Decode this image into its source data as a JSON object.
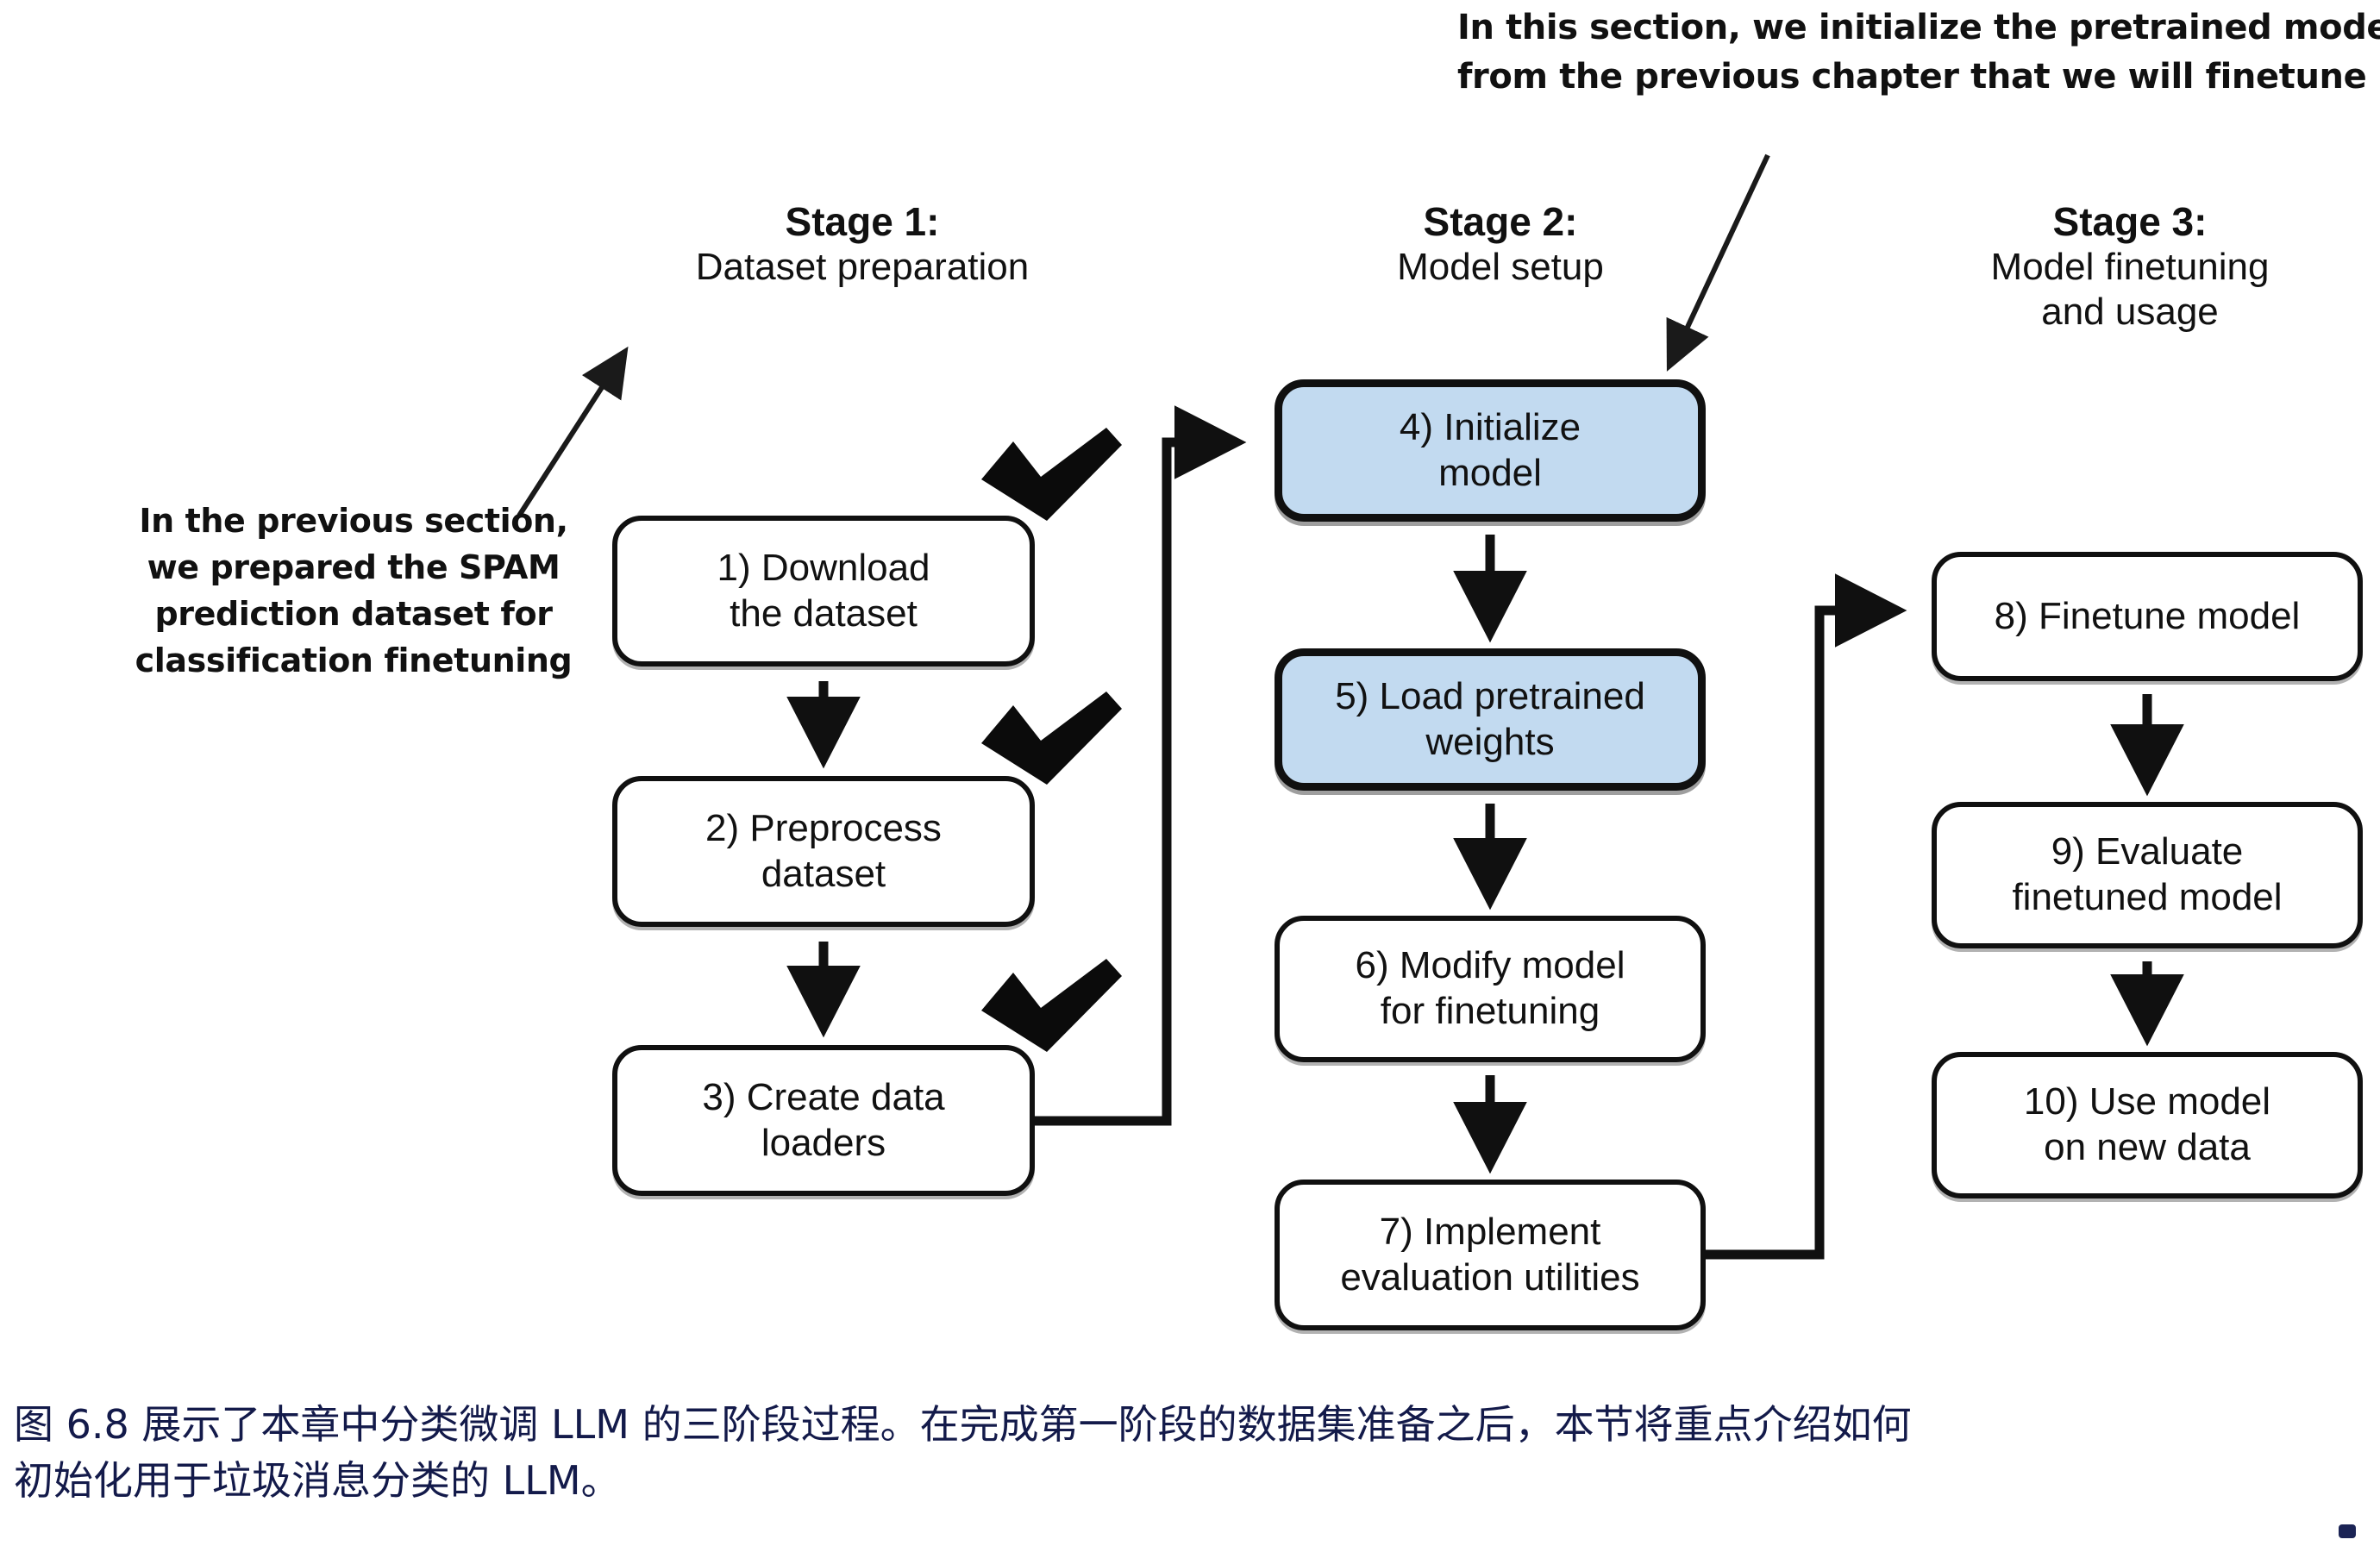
{
  "annotations": {
    "top": {
      "lines": [
        "In this section, we initialize the pretrained model",
        "from the previous chapter that we will finetune"
      ]
    },
    "left": {
      "lines": [
        "In the previous section,",
        "we prepared the SPAM",
        "prediction dataset for",
        "classification finetuning"
      ]
    }
  },
  "stages": [
    {
      "title": "Stage 1:",
      "subtitle_lines": [
        "Dataset preparation"
      ]
    },
    {
      "title": "Stage 2:",
      "subtitle_lines": [
        "Model setup"
      ]
    },
    {
      "title": "Stage 3:",
      "subtitle_lines": [
        "Model finetuning",
        "and usage"
      ]
    }
  ],
  "nodes": [
    {
      "id": 1,
      "lines": [
        "1) Download",
        "the dataset"
      ],
      "highlighted": false,
      "checked": true
    },
    {
      "id": 2,
      "lines": [
        "2) Preprocess",
        "dataset"
      ],
      "highlighted": false,
      "checked": true
    },
    {
      "id": 3,
      "lines": [
        "3) Create data",
        "loaders"
      ],
      "highlighted": false,
      "checked": true
    },
    {
      "id": 4,
      "lines": [
        "4) Initialize",
        "model"
      ],
      "highlighted": true,
      "checked": false
    },
    {
      "id": 5,
      "lines": [
        "5) Load pretrained",
        "weights"
      ],
      "highlighted": true,
      "checked": false
    },
    {
      "id": 6,
      "lines": [
        "6) Modify model",
        "for finetuning"
      ],
      "highlighted": false,
      "checked": false
    },
    {
      "id": 7,
      "lines": [
        "7) Implement",
        "evaluation utilities"
      ],
      "highlighted": false,
      "checked": false
    },
    {
      "id": 8,
      "lines": [
        "8) Finetune model"
      ],
      "highlighted": false,
      "checked": false
    },
    {
      "id": 9,
      "lines": [
        "9) Evaluate",
        "finetuned model"
      ],
      "highlighted": false,
      "checked": false
    },
    {
      "id": 10,
      "lines": [
        "10) Use model",
        "on new data"
      ],
      "highlighted": false,
      "checked": false
    }
  ],
  "caption": {
    "lines": [
      "图 6.8 展示了本章中分类微调 LLM 的三阶段过程。在完成第一阶段的数据集准备之后，本节将重点介绍如何",
      "初始化用于垃圾消息分类的 LLM。"
    ]
  },
  "colors": {
    "highlight_fill": "#c2daf0",
    "stroke": "#101010",
    "caption_text": "#131a4a",
    "background": "#ffffff"
  }
}
